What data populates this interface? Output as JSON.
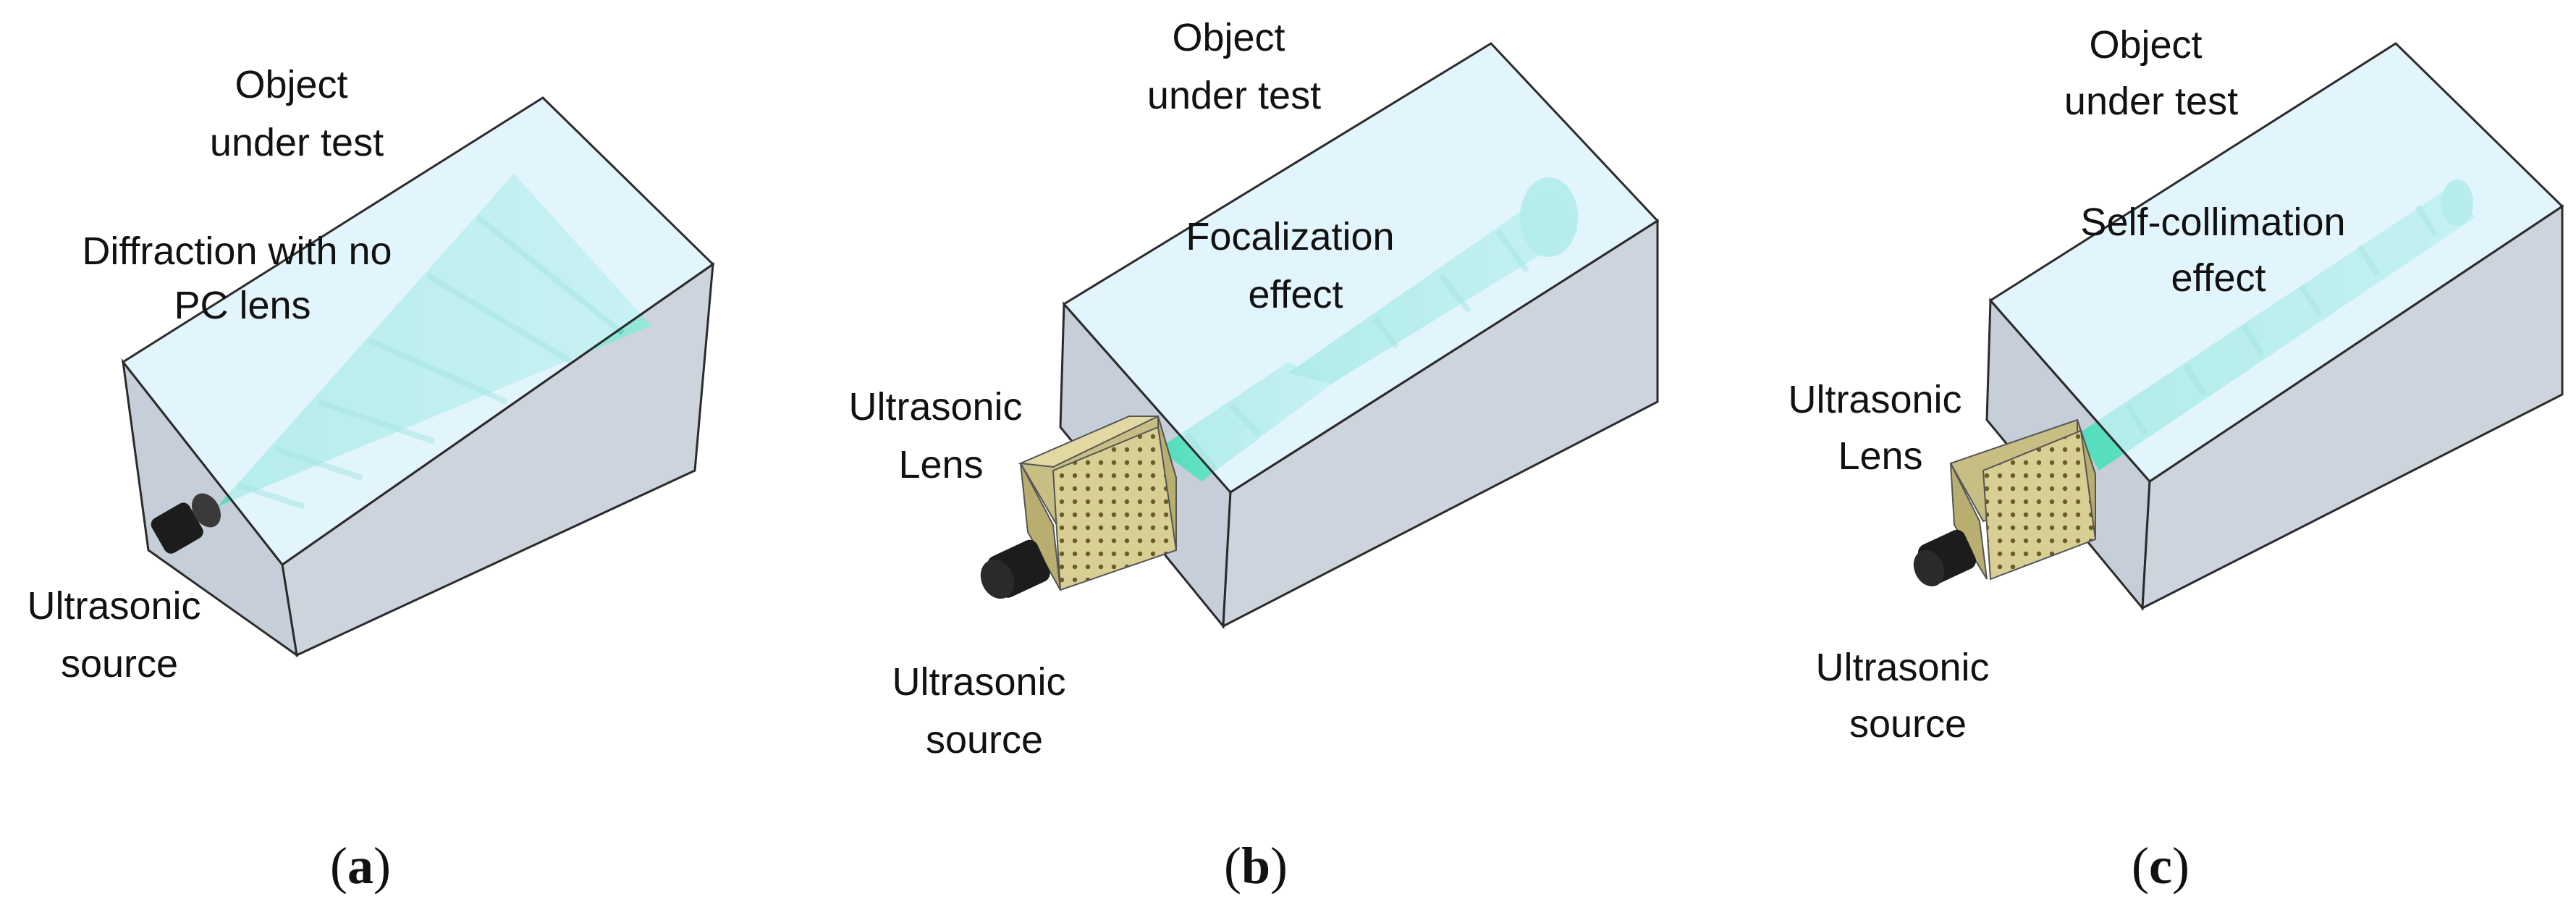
{
  "panels": [
    {
      "caption_open": "(",
      "caption_letter": "a",
      "caption_close": ")",
      "object_label": [
        "Object",
        "under test"
      ],
      "effect_label": [
        "Diffraction with no",
        "PC lens"
      ],
      "source_label": [
        "Ultrasonic",
        "source"
      ]
    },
    {
      "caption_open": "(",
      "caption_letter": "b",
      "caption_close": ")",
      "object_label": [
        "Object",
        "under test"
      ],
      "effect_label": [
        "Focalization",
        "effect"
      ],
      "lens_label": [
        "Ultrasonic",
        "Lens"
      ],
      "source_label": [
        "Ultrasonic",
        "source"
      ]
    },
    {
      "caption_open": "(",
      "caption_letter": "c",
      "caption_close": ")",
      "object_label": [
        "Object",
        "under test"
      ],
      "effect_label": [
        "Self-collimation",
        "effect"
      ],
      "lens_label": [
        "Ultrasonic",
        "Lens"
      ],
      "source_label": [
        "Ultrasonic",
        "source"
      ]
    }
  ],
  "colors": {
    "box_top": "#d6f0fb",
    "box_side": "#cdd4de",
    "box_edge": "#2b2b2b",
    "wave": "#3fe0b8",
    "lens": "#d8cf95",
    "lens_dots": "#6b5a2a",
    "source": "#1c1c1c"
  }
}
